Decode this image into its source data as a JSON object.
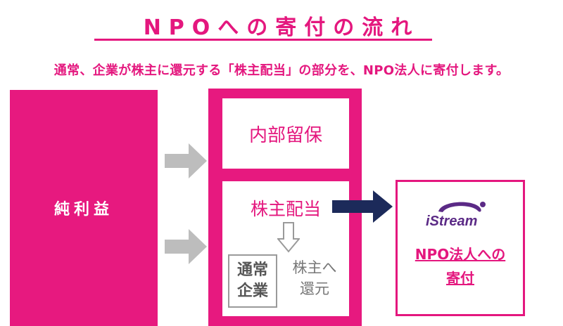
{
  "title": "NPOへの寄付の流れ",
  "subtitle": "通常、企業が株主に還元する「株主配当」の部分を、NPO法人に寄付します。",
  "net_profit_label": "純利益",
  "retained_label": "内部留保",
  "dividend_label": "株主配当",
  "company_label_line1": "通常",
  "company_label_line2": "企業",
  "shareholder_return_line1": "株主へ",
  "shareholder_return_line2": "還元",
  "logo_text": "iStream",
  "npo_label_line1": "NPO法人への",
  "npo_label_line2": "寄付",
  "colors": {
    "accent": "#e4177e",
    "box_fill": "#e7197f",
    "arrow_gray": "#bdbdbd",
    "arrow_navy": "#1c2a5a",
    "logo_purple": "#5b2a86"
  }
}
